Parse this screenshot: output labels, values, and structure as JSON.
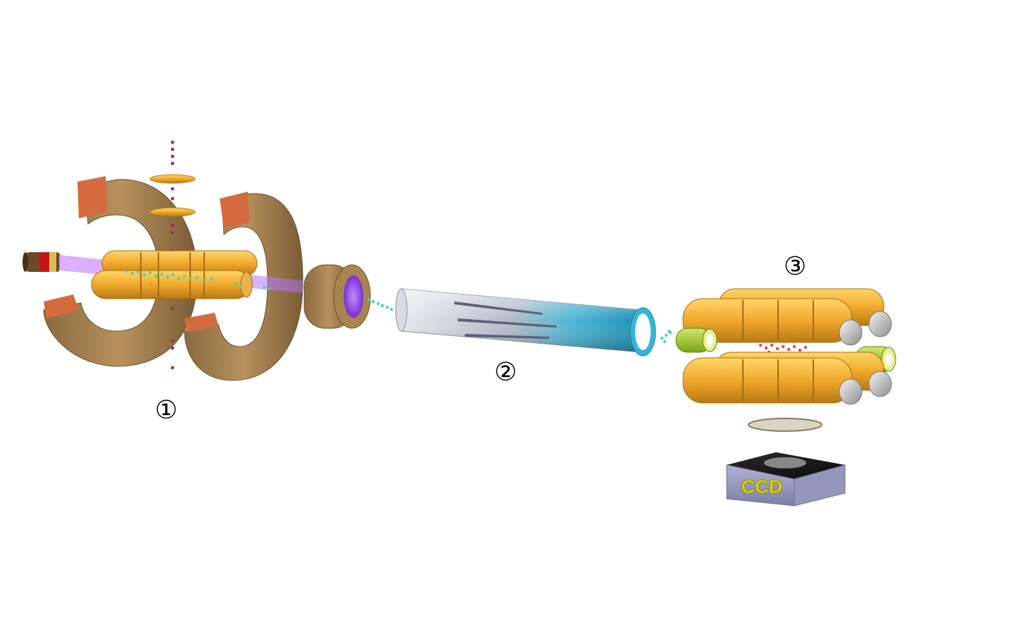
{
  "stages": {
    "stage1": {
      "label": "①"
    },
    "stage2": {
      "label": "②"
    },
    "stage3": {
      "label": "③"
    }
  },
  "detector": {
    "label": "CCD"
  },
  "colors": {
    "coil": "#9b7a4f",
    "copper_face": "#d46a3e",
    "gold": "#f0b43c",
    "tube_silver": "#c9cbd6",
    "tube_cyan": "#35b6d6",
    "ion_green": "#3fd9a8",
    "ion_red": "#ff3a4a",
    "laser_violet": "#c27bff",
    "atoms_magenta": "#a0287a",
    "ccd_box": "#8e8fb5"
  }
}
